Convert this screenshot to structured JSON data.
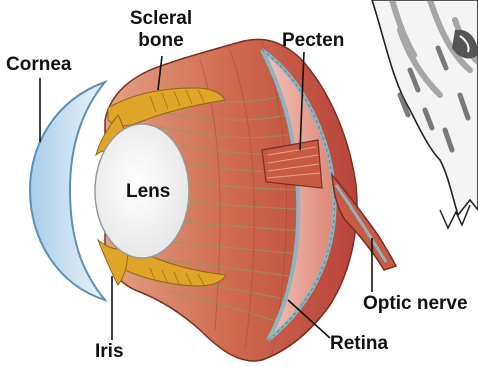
{
  "labels": {
    "scleral_bone_line1": "Scleral",
    "scleral_bone_line2": "bone",
    "cornea": "Cornea",
    "pecten": "Pecten",
    "lens": "Lens",
    "optic_nerve": "Optic nerve",
    "retina": "Retina",
    "iris": "Iris"
  },
  "colors": {
    "muscle_red": "#c9573f",
    "muscle_light": "#dc8f74",
    "fiber_green": "#8a9a6a",
    "bone_yellow": "#e0a528",
    "cornea_blue": "#b9d7ee",
    "lens_white": "#fafafa",
    "retina_pink": "#e7a89c",
    "retina_edge": "#8fb3bf"
  }
}
